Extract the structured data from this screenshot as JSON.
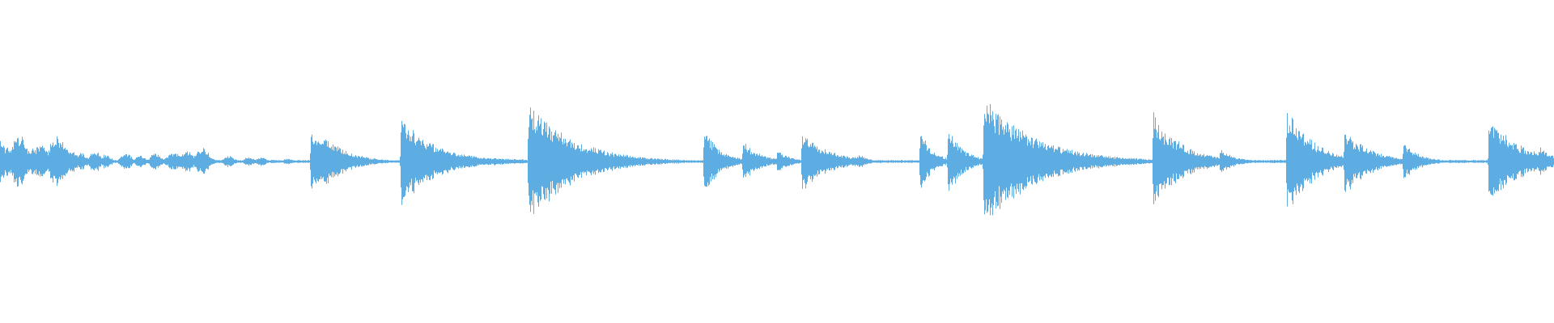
{
  "waveform": {
    "color": "#5dade2",
    "background": "#ffffff",
    "baseline_amplitude": 0.01,
    "events": [
      {
        "t": 0.0,
        "peak": 0.14,
        "decay": 0.004,
        "kind": "swell"
      },
      {
        "t": 0.006,
        "peak": 0.1,
        "decay": 0.004,
        "kind": "swell"
      },
      {
        "t": 0.012,
        "peak": 0.17,
        "decay": 0.005,
        "kind": "swell"
      },
      {
        "t": 0.021,
        "peak": 0.09,
        "decay": 0.004,
        "kind": "swell"
      },
      {
        "t": 0.026,
        "peak": 0.11,
        "decay": 0.004,
        "kind": "swell"
      },
      {
        "t": 0.037,
        "peak": 0.18,
        "decay": 0.005,
        "kind": "swell"
      },
      {
        "t": 0.046,
        "peak": 0.08,
        "decay": 0.003,
        "kind": "swell"
      },
      {
        "t": 0.052,
        "peak": 0.06,
        "decay": 0.003,
        "kind": "swell"
      },
      {
        "t": 0.061,
        "peak": 0.08,
        "decay": 0.003,
        "kind": "swell"
      },
      {
        "t": 0.068,
        "peak": 0.05,
        "decay": 0.003,
        "kind": "swell"
      },
      {
        "t": 0.081,
        "peak": 0.06,
        "decay": 0.003,
        "kind": "swell"
      },
      {
        "t": 0.09,
        "peak": 0.04,
        "decay": 0.003,
        "kind": "swell"
      },
      {
        "t": 0.1,
        "peak": 0.06,
        "decay": 0.003,
        "kind": "swell"
      },
      {
        "t": 0.112,
        "peak": 0.06,
        "decay": 0.004,
        "kind": "swell"
      },
      {
        "t": 0.12,
        "peak": 0.07,
        "decay": 0.004,
        "kind": "swell"
      },
      {
        "t": 0.13,
        "peak": 0.09,
        "decay": 0.004,
        "kind": "swell"
      },
      {
        "t": 0.147,
        "peak": 0.04,
        "decay": 0.003,
        "kind": "swell"
      },
      {
        "t": 0.16,
        "peak": 0.03,
        "decay": 0.003,
        "kind": "swell"
      },
      {
        "t": 0.168,
        "peak": 0.03,
        "decay": 0.003,
        "kind": "swell"
      },
      {
        "t": 0.185,
        "peak": 0.02,
        "decay": 0.003,
        "kind": "swell"
      },
      {
        "t": 0.2,
        "peak": 0.22,
        "decay": 0.012,
        "kind": "hit"
      },
      {
        "t": 0.208,
        "peak": 0.18,
        "decay": 0.015,
        "kind": "hit"
      },
      {
        "t": 0.258,
        "peak": 0.3,
        "decay": 0.022,
        "kind": "hit"
      },
      {
        "t": 0.285,
        "peak": 0.06,
        "decay": 0.035,
        "kind": "hit"
      },
      {
        "t": 0.34,
        "peak": 0.4,
        "decay": 0.028,
        "kind": "hit"
      },
      {
        "t": 0.453,
        "peak": 0.22,
        "decay": 0.01,
        "kind": "hit"
      },
      {
        "t": 0.478,
        "peak": 0.15,
        "decay": 0.01,
        "kind": "hit"
      },
      {
        "t": 0.5,
        "peak": 0.08,
        "decay": 0.008,
        "kind": "hit"
      },
      {
        "t": 0.516,
        "peak": 0.22,
        "decay": 0.016,
        "kind": "hit"
      },
      {
        "t": 0.553,
        "peak": 0.04,
        "decay": 0.004,
        "kind": "swell"
      },
      {
        "t": 0.592,
        "peak": 0.2,
        "decay": 0.008,
        "kind": "hit"
      },
      {
        "t": 0.61,
        "peak": 0.22,
        "decay": 0.01,
        "kind": "hit"
      },
      {
        "t": 0.633,
        "peak": 0.44,
        "decay": 0.032,
        "kind": "hit"
      },
      {
        "t": 0.742,
        "peak": 0.32,
        "decay": 0.018,
        "kind": "hit"
      },
      {
        "t": 0.77,
        "peak": 0.06,
        "decay": 0.012,
        "kind": "hit"
      },
      {
        "t": 0.785,
        "peak": 0.08,
        "decay": 0.01,
        "kind": "hit"
      },
      {
        "t": 0.828,
        "peak": 0.38,
        "decay": 0.016,
        "kind": "hit"
      },
      {
        "t": 0.845,
        "peak": 0.1,
        "decay": 0.008,
        "kind": "hit"
      },
      {
        "t": 0.865,
        "peak": 0.22,
        "decay": 0.016,
        "kind": "hit"
      },
      {
        "t": 0.903,
        "peak": 0.13,
        "decay": 0.01,
        "kind": "hit"
      },
      {
        "t": 0.958,
        "peak": 0.3,
        "decay": 0.02,
        "kind": "hit"
      },
      {
        "t": 0.99,
        "peak": 0.1,
        "decay": 0.01,
        "kind": "hit"
      }
    ]
  }
}
